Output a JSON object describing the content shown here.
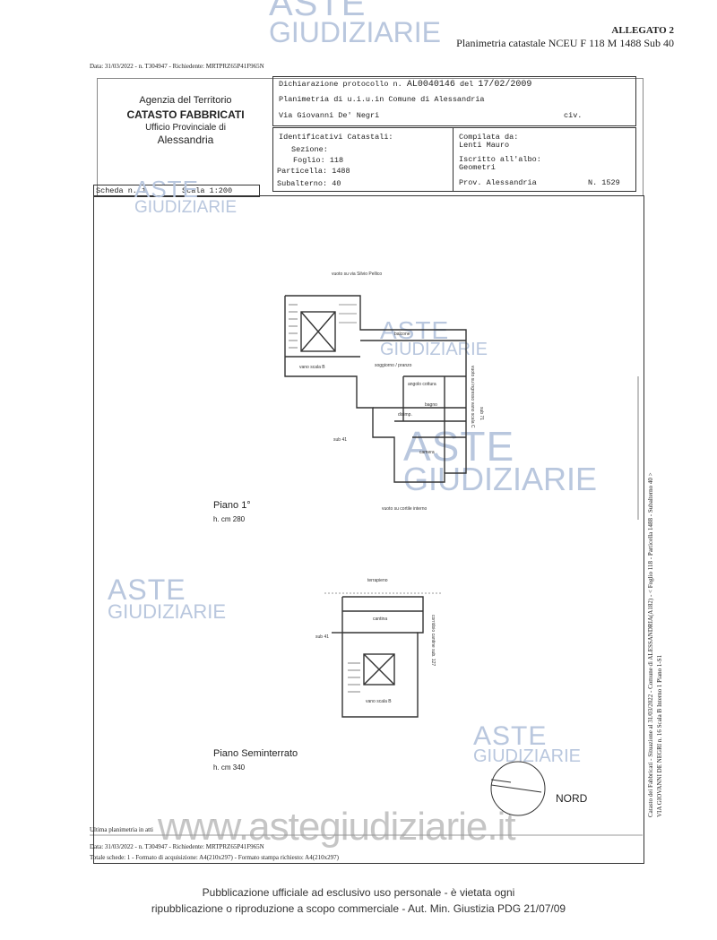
{
  "watermark": {
    "brand_top": "ASTE",
    "brand_bottom": "GIUDIZIARIE",
    "site": "www.astegiudiziarie.it"
  },
  "header": {
    "allegato": "ALLEGATO 2",
    "subtitle": "Planimetria catastale NCEU F 118 M 1488 Sub 40",
    "request_line": "Data: 31/03/2022 - n. T304947 - Richiedente: MRTPRZ65P41F965N"
  },
  "agency": {
    "line1": "Agenzia del Territorio",
    "line2": "CATASTO FABBRICATI",
    "line3": "Ufficio Provinciale di",
    "line4": "Alessandria"
  },
  "declaration": {
    "protocol_label": "Dichiarazione protocollo n.",
    "protocol_no": "AL0040146",
    "date_label": "del",
    "date": "17/02/2009",
    "plan_line": "Planimetria di u.i.u.in Comune di Alessandria",
    "street": "Via Giovanni De' Negri",
    "civ": "civ."
  },
  "cadastral": {
    "heading": "Identificativi Catastali:",
    "sezione_label": "Sezione:",
    "foglio_label": "Foglio:",
    "foglio": "118",
    "particella_label": "Particella:",
    "particella": "1488",
    "subalterno_label": "Subalterno:",
    "subalterno": "40"
  },
  "compiler": {
    "label": "Compilata da:",
    "name": "Lenti Mauro",
    "albo_label": "Iscritto all'albo:",
    "albo": "Geometri",
    "prov_label": "Prov. Alessandria",
    "number": "N. 1529"
  },
  "sheet": {
    "scheda": "Scheda n. 1",
    "scala": "Scala 1:200"
  },
  "floor1": {
    "top_label": "vuoto su via Silvio Pellico",
    "scala": "vano scala B",
    "soggiorno": "soggiorno / pranzo",
    "balcone": "balcone",
    "angolo": "angolo cottura",
    "bagno": "bagno",
    "disimp": "disimp.",
    "camera": "camera",
    "sub41": "sub 41",
    "sub71": "sub 71",
    "side_label": "vuoto su ingresso vano scala C",
    "bottom_label": "vuoto su cortile interno",
    "title": "Piano 1°",
    "height": "h. cm 280"
  },
  "basement": {
    "top_label": "terrapieno",
    "cantina": "cantina",
    "sub41": "sub 41",
    "side_label": "corridoio cantine sub. 127",
    "scala": "vano scala B",
    "title": "Piano Seminterrato",
    "height": "h. cm 340"
  },
  "compass": {
    "label": "NORD"
  },
  "side_text": {
    "line1": "Catasto dei Fabbricati - Situazione al 31/03/2022 - Comune di ALESSANDRIA(A182) - < Foglio 118 - Particella 1488 - Subalterno 40 >",
    "line2": "VIA GIOVANNI DE NEGRI n. 16  Scala B Interno 1 Piano 1-S1"
  },
  "footer_block": {
    "last": "Ultima planimetria in atti",
    "request": "Data: 31/03/2022 - n. T304947 - Richiedente: MRTPRZ65P41F965N",
    "totals": "Totale schede: 1 - Formato di acquisizione: A4(210x297) - Formato stampa richiesto: A4(210x297)"
  },
  "disclaimer": {
    "line1": "Pubblicazione ufficiale ad esclusivo uso personale - è vietata ogni",
    "line2": "ripubblicazione o riproduzione a scopo commerciale - Aut. Min. Giustizia PDG 21/07/09"
  }
}
